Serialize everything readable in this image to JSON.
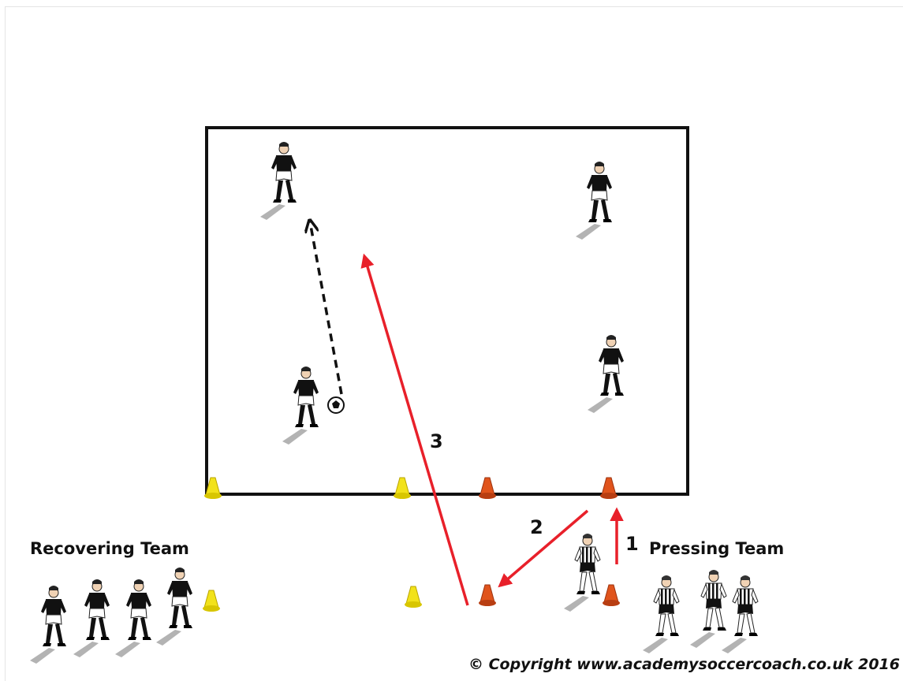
{
  "labels": {
    "recovering_team": "Recovering Team",
    "pressing_team": "Pressing Team",
    "step_1": "1",
    "step_2": "2",
    "step_3": "3"
  },
  "copyright": "© Copyright www.academysoccercoach.co.uk 2016",
  "colors": {
    "pitch_border": "#111111",
    "run_arrow": "#e8202a",
    "pass_arrow": "#111111",
    "cone_yellow": "#f2e21a",
    "cone_orange": "#e0541c",
    "recovering_kit": "#111111",
    "pressing_kit": "striped black/white"
  },
  "icons": [
    "player-icon",
    "cone-icon",
    "ball-icon"
  ]
}
